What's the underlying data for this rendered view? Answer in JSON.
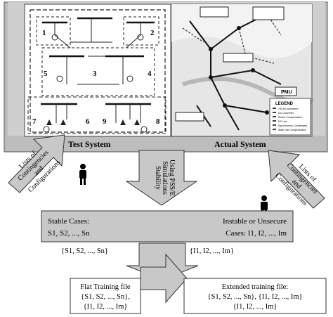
{
  "top_panel": {
    "test_system_label": "Test System",
    "actual_system_label": "Actual System",
    "area_numbers": [
      "1",
      "2",
      "3",
      "4",
      "5",
      "6",
      "7",
      "8",
      "9"
    ],
    "map_labels": {
      "legend": "LEGEND",
      "pmu": "PMU",
      "legend_items": [
        "735 kV substation",
        "DC Converter",
        "Series Compensation",
        "DC Line",
        "Synchronous Condensers",
        "Static Var Compensators"
      ]
    }
  },
  "left_arrow": {
    "line1": "Lists of",
    "line2": "Contingencies",
    "line3": "and",
    "line4": "Configurations"
  },
  "right_arrow": {
    "line1": "Lists of",
    "line2": "Contingencies",
    "line3": "and",
    "line4": "Configurations"
  },
  "center_arrow": {
    "line1": "Stability",
    "line2": "Simulations",
    "line3": "Using PSS/E"
  },
  "cases_box": {
    "stable_title": "Stable Cases:",
    "stable_list": "S1, S2, ..., Sn",
    "unstable_title": "Instable or Unsecure",
    "unstable_list": "Cases: I1, I2, ..., Im"
  },
  "set_labels": {
    "stable_set": "{S1, S2, ..., Sn}",
    "unstable_set": "{I1, I2, ..., Im}"
  },
  "flat_box": {
    "title": "Flat Training file",
    "line1": "{S1, S2, ..., Sn},",
    "line2": "{I1, I2, ..., Im}"
  },
  "extended_box": {
    "title": "Extended training file:",
    "line1": "{S1, S2, ..., Sn}, {I1, I2, ..., Im}",
    "line2": "{I1, I2, ..., Im}"
  }
}
